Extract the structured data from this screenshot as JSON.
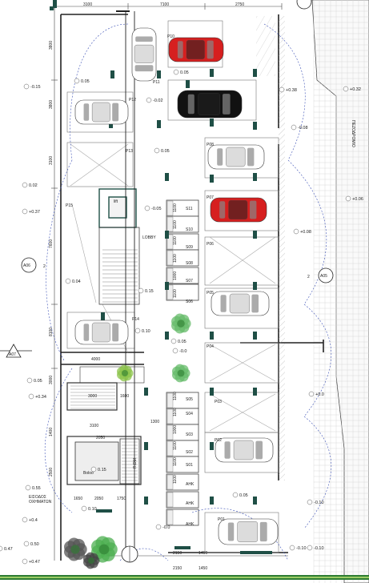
{
  "dimensions_top": [
    "3100",
    "7100",
    "2750"
  ],
  "dimensions_left": [
    "3800",
    "3800",
    "3100",
    "7600",
    "8100",
    "3000",
    "1400",
    "2500"
  ],
  "dimensions_bottom": [
    "1650",
    "2050",
    "1750",
    "2150",
    "1450",
    "2150",
    "1450"
  ],
  "dimensions_stair": [
    "4000",
    "3000",
    "1600",
    "3100",
    "2050",
    "1300"
  ],
  "levels": [
    "-0.15",
    "0.05",
    "-0.02",
    "0.05",
    "0.05",
    "+0.38",
    "-0.08",
    "+0.32",
    "0.02",
    "+0.37",
    "-0.05",
    "+0.08",
    "+0.06",
    "0.04",
    "0.15",
    "0.10",
    "0.05",
    "-0.0",
    "-0.10",
    "0.05",
    "+0.34",
    "+0.0",
    "0.15",
    "0.55",
    "0.10",
    "0.05",
    "-0.10",
    "+0.4",
    "0.50",
    "0.47",
    "-0.10",
    "+0.47",
    "-0.0"
  ],
  "parking_labels": [
    "P10",
    "P11",
    "P12",
    "P13",
    "P08",
    "P07",
    "P06",
    "P05",
    "P04",
    "P03",
    "P02",
    "P01",
    "P14",
    "P15"
  ],
  "storage_labels": [
    "S11",
    "S10",
    "S09",
    "S08",
    "S07",
    "S06",
    "S05",
    "S04",
    "S03",
    "S02",
    "S01",
    "AHK",
    "AHK",
    "AHK"
  ],
  "storage_dims": [
    "1100",
    "1100",
    "1100",
    "1100",
    "1000",
    "1100",
    "1100",
    "1100",
    "1000",
    "1100",
    "1100",
    "1100"
  ],
  "room_labels": {
    "lobby": "LOBBY",
    "lift": "lift",
    "booth": "Boloo",
    "r_dm": "R.DM",
    "entrance": "ΕΙΣΟΔΟΣ\nΟΧΗΜΑΤΩΝ"
  },
  "sections": [
    "A06",
    "2",
    "A05",
    "2",
    "A07"
  ],
  "street_text": "ΠΕΖΟΔΡΟΜΙΟ",
  "colors": {
    "wall": "#222222",
    "column": "#1f4f46",
    "red_car": "#d61f1f",
    "dash": "#3a4fb5",
    "tree": "#4caf50",
    "hatch": "#999999",
    "ground": "#2e7d32"
  }
}
